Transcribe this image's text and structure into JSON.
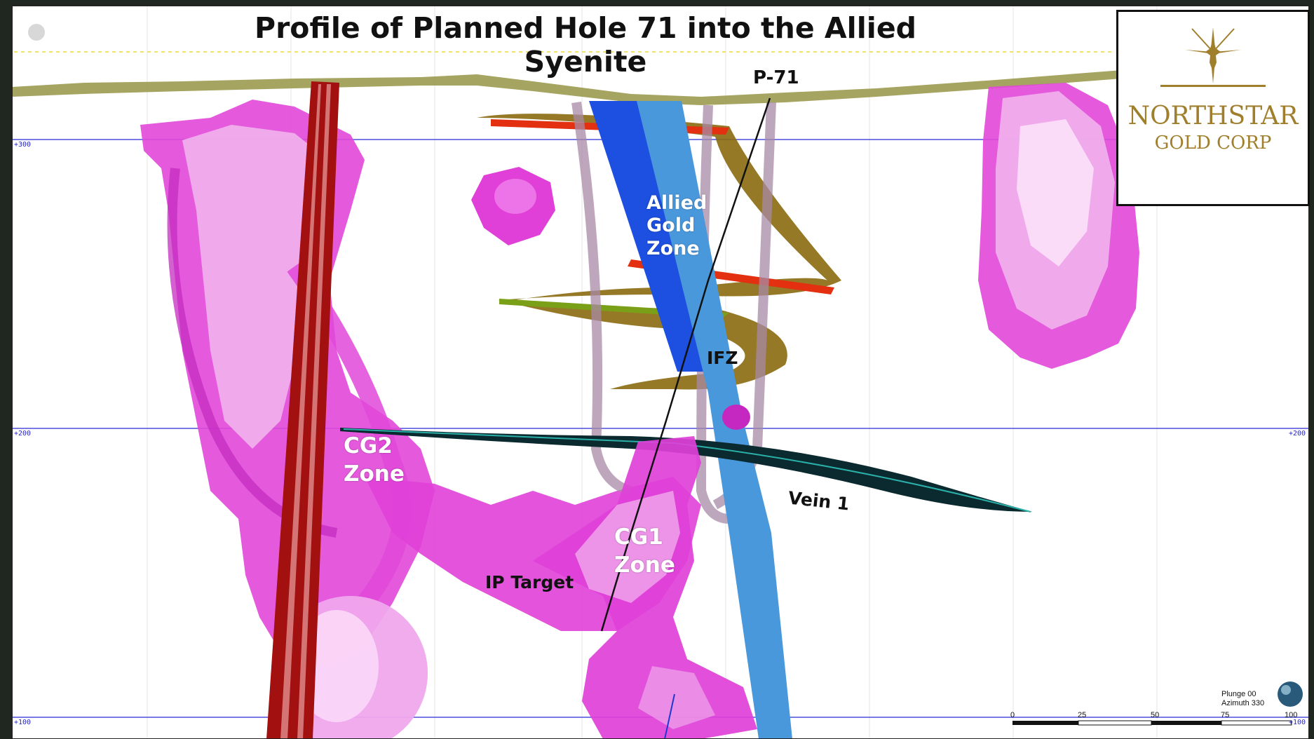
{
  "title": "Profile of Planned Hole 71 into the Allied Syenite",
  "hole_label": "P-71",
  "zones": {
    "allied_line1": "Allied",
    "allied_line2": "Gold",
    "allied_line3": "Zone",
    "ifz": "IFZ",
    "cg2_line1": "CG2",
    "cg2_line2": "Zone",
    "cg1_line1": "CG1",
    "cg1_line2": "Zone",
    "ip_target": "IP Target",
    "vein": "Vein 1"
  },
  "elevations": {
    "e300": "+300",
    "e200_left": "+200",
    "e200_right": "+200",
    "e100_left": "+100",
    "e100_right": "+100"
  },
  "logo": {
    "line1": "NORTHSTAR",
    "line2": "GOLD CORP"
  },
  "scale_bar": {
    "t0": "0",
    "t25": "25",
    "t50": "50",
    "t75": "75",
    "t100": "100"
  },
  "view_info": {
    "plunge": "Plunge 00",
    "azimuth": "Azimuth 330"
  },
  "colors": {
    "magenta": "#e040d8",
    "light_pink": "#f2b6ee",
    "blue": "#1d4fe0",
    "light_blue": "#4a98dc",
    "gold_band": "#8a6a10",
    "red_dike": "#a01010",
    "logo_gold": "#a07f2c"
  }
}
